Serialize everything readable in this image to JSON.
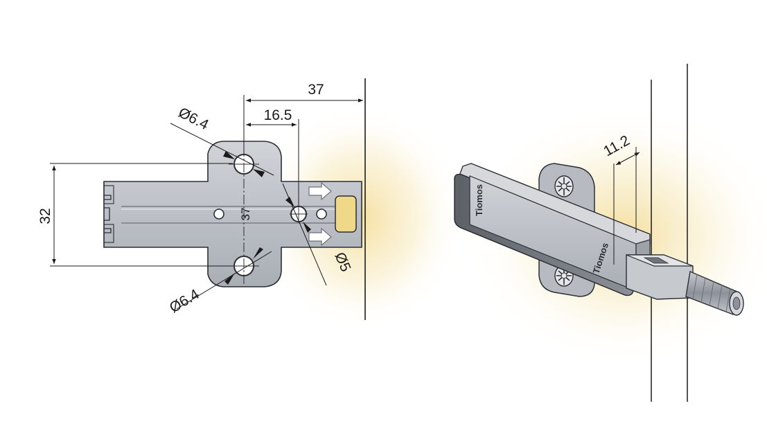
{
  "front_view": {
    "dim_total_width": "37",
    "dim_hole_offset": "16.5",
    "dim_height": "32",
    "dim_mount_hole_top": "Ø6.4",
    "dim_mount_hole_bottom": "Ø6.4",
    "dim_center_hole": "Ø5",
    "dim_body_label": "37"
  },
  "perspective_view": {
    "dim_protrusion": "11.2",
    "brand_top": "Tiomos",
    "brand_side": "Tiomos"
  },
  "colors": {
    "line": "#1a1a1a",
    "body_fill": "#c3c6cb",
    "body_dark": "#8f949b",
    "glow": "#f5df9c",
    "window": "#f0d889"
  }
}
